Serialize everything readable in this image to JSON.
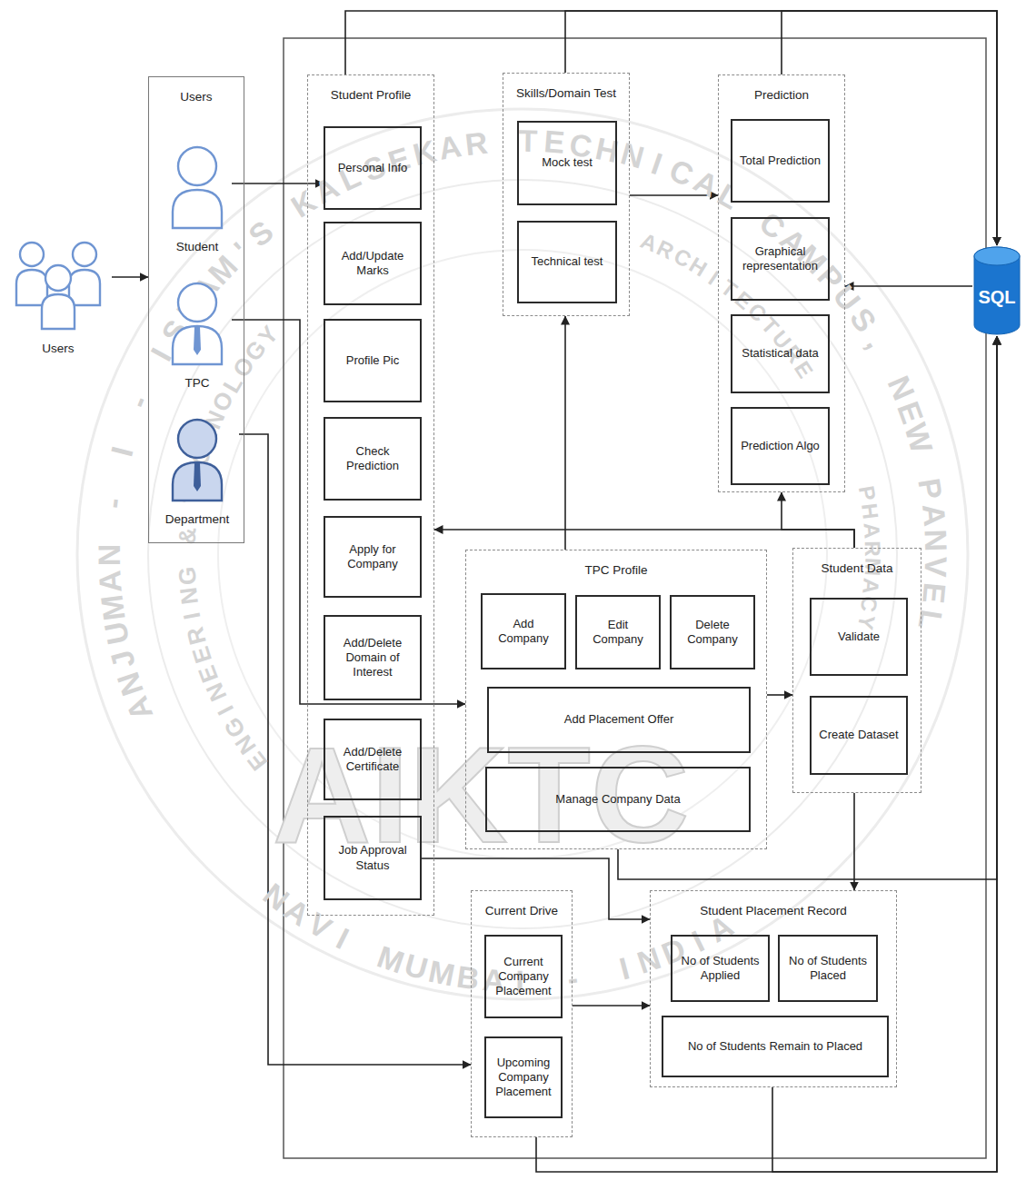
{
  "diagram": {
    "nodes": [
      {
        "text": [
          "Users"
        ]
      },
      {
        "text": [
          "Users"
        ]
      },
      {
        "text": [
          "Student"
        ],
        "in": 1
      },
      {
        "text": [
          "TPC"
        ],
        "in": 1
      },
      {
        "text": [
          "Department"
        ],
        "in": 1
      },
      {
        "text": [
          "Student Profile"
        ]
      },
      {
        "text": [
          "Personal Info"
        ],
        "in": 5
      },
      {
        "text": [
          "Add/Update Marks"
        ],
        "in": 5
      },
      {
        "text": [
          "Profile Pic"
        ],
        "in": 5
      },
      {
        "text": [
          "Check Prediction"
        ],
        "in": 5
      },
      {
        "text": [
          "Apply for Company"
        ],
        "in": 5
      },
      {
        "text": [
          "Add/Delete Domain of Interest"
        ],
        "in": 5
      },
      {
        "text": [
          "Add/Delete Certificate"
        ],
        "in": 5
      },
      {
        "text": [
          "Job Approval Status"
        ],
        "in": 5
      },
      {
        "text": [
          "Skills/Domain Test"
        ]
      },
      {
        "text": [
          "Mock test"
        ],
        "in": 14
      },
      {
        "text": [
          "Technical test"
        ],
        "in": 14
      },
      {
        "text": [
          "Prediction"
        ]
      },
      {
        "text": [
          "Total Prediction"
        ],
        "in": 17
      },
      {
        "text": [
          "Graphical representation"
        ],
        "in": 17
      },
      {
        "text": [
          "Statistical data"
        ],
        "in": 17
      },
      {
        "text": [
          "Prediction Algo"
        ],
        "in": 17
      },
      {
        "text": [
          "SQL"
        ]
      },
      {
        "text": [
          "TPC Profile"
        ]
      },
      {
        "text": [
          "Add Company"
        ],
        "in": 23
      },
      {
        "text": [
          "Edit Company"
        ],
        "in": 23
      },
      {
        "text": [
          "Delete Company"
        ],
        "in": 23
      },
      {
        "text": [
          "Add Placement Offer"
        ],
        "in": 23
      },
      {
        "text": [
          "Manage Company Data"
        ],
        "in": 23
      },
      {
        "text": [
          "Student Data"
        ]
      },
      {
        "text": [
          "Validate"
        ],
        "in": 29
      },
      {
        "text": [
          "Create Dataset"
        ],
        "in": 29
      },
      {
        "text": [
          "Current Drive"
        ]
      },
      {
        "text": [
          "Current Company Placement"
        ],
        "in": 32
      },
      {
        "text": [
          "Upcoming Company Placement"
        ],
        "in": 32
      },
      {
        "text": [
          "Student Placement Record"
        ]
      },
      {
        "text": [
          "No of Students Applied"
        ],
        "in": 35
      },
      {
        "text": [
          "No of Students Placed"
        ],
        "in": 35
      },
      {
        "text": [
          "No of Students Remain to Placed"
        ],
        "in": 35
      }
    ],
    "edges": [
      {
        "from": 0,
        "to": 1,
        "arrow": "to"
      },
      {
        "from": 2,
        "to": 6,
        "arrow": "to"
      },
      {
        "from": 3,
        "to": 23,
        "arrow": "to"
      },
      {
        "from": 4,
        "to": 32,
        "arrow": "to"
      },
      {
        "from": 5,
        "to": 22,
        "arrow": "to"
      },
      {
        "from": 14,
        "to": 22,
        "arrow": "to"
      },
      {
        "from": 14,
        "to": 17,
        "arrow": "to"
      },
      {
        "from": 17,
        "to": 22,
        "arrow": "to"
      },
      {
        "from": 22,
        "to": 17,
        "arrow": "to"
      },
      {
        "from": 23,
        "to": 14,
        "arrow": "to"
      },
      {
        "from": 29,
        "to": 5,
        "arrow": "to"
      },
      {
        "from": 29,
        "to": 17,
        "arrow": "to"
      },
      {
        "from": 23,
        "to": 29,
        "arrow": "to"
      },
      {
        "from": 23,
        "to": 22,
        "arrow": "to"
      },
      {
        "from": 29,
        "to": 35,
        "arrow": "to"
      },
      {
        "from": 13,
        "to": 35,
        "arrow": "to"
      },
      {
        "from": 32,
        "to": 35,
        "arrow": "to"
      },
      {
        "from": 32,
        "to": 22,
        "arrow": "to"
      },
      {
        "from": 35,
        "to": 22,
        "arrow": "to"
      }
    ],
    "labels": [
      "ANJUMAN - I - ISLAM'S KALSEKAR TECHNICAL CAMPUS, NEW PANVEL",
      "ENGINEERING & TECHNOLOGY",
      "ARCHITECTURE",
      "PHARMACY",
      "NAVI MUMBAI - INDIA",
      "AIKTC"
    ]
  }
}
